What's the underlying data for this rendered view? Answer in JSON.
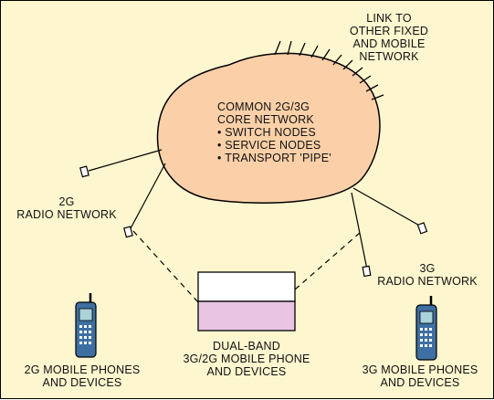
{
  "colors": {
    "background": "#fdf6cf",
    "core": "#fbd0a8",
    "dual_band_lower": "#e9c5e3",
    "dual_band_upper": "#ffffff",
    "phone_body": "#3e6fa2",
    "phone_screen": "#a9d3d8",
    "outline": "#000000"
  },
  "core_network": {
    "title_line1": "COMMON 2G/3G",
    "title_line2": "CORE NETWORK",
    "items": [
      "SWITCH NODES",
      "SERVICE NODES",
      "TRANSPORT 'PIPE'"
    ]
  },
  "link_label": {
    "line1": "LINK TO",
    "line2": "OTHER FIXED",
    "line3": "AND MOBILE",
    "line4": "NETWORK"
  },
  "radio_2g": {
    "line1": "2G",
    "line2": "RADIO NETWORK"
  },
  "radio_3g": {
    "line1": "3G",
    "line2": "RADIO NETWORK"
  },
  "dual_band": {
    "line1": "DUAL-BAND",
    "line2": "3G/2G MOBILE PHONE",
    "line3": "AND DEVICES"
  },
  "phones_2g": {
    "line1": "2G MOBILE PHONES",
    "line2": "AND DEVICES"
  },
  "phones_3g": {
    "line1": "3G MOBILE PHONES",
    "line2": "AND DEVICES"
  },
  "icons": {
    "phone_2g": "mobile-phone-icon",
    "phone_3g": "mobile-phone-icon",
    "antenna": "base-station-antenna-icon"
  }
}
